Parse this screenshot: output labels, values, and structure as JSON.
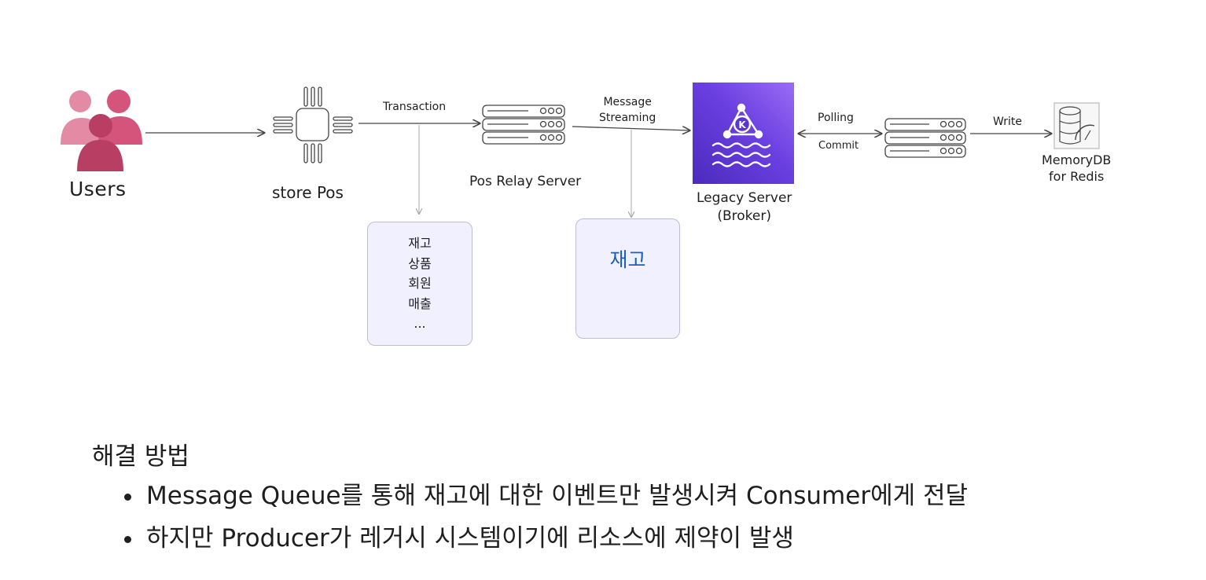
{
  "diagram": {
    "nodes": {
      "users": {
        "label": "Users",
        "icon": "users-icon"
      },
      "store_pos": {
        "label": "store Pos",
        "icon": "chip-icon"
      },
      "pos_relay": {
        "label": "Pos Relay Server",
        "icon": "server-rack-icon"
      },
      "legacy": {
        "label_line1": "Legacy Server",
        "label_line2": "(Broker)",
        "icon": "kafka-icon",
        "icon_letter": "K"
      },
      "consumer_server": {
        "icon": "server-rack-icon"
      },
      "memorydb": {
        "label_line1": "MemoryDB",
        "label_line2": "for Redis",
        "icon": "database-icon"
      }
    },
    "edges": {
      "transaction": "Transaction",
      "message_line1": "Message",
      "message_line2": "Streaming",
      "polling": "Polling",
      "commit": "Commit",
      "write": "Write"
    },
    "cards": {
      "domains": [
        "재고",
        "상품",
        "회원",
        "매출",
        "..."
      ],
      "inventory": "재고"
    },
    "colors": {
      "users_pink": "#e07a99",
      "users_dark": "#b83e63",
      "kafka_purple": "#6a3fe0",
      "card_bg": "#f1f0ff",
      "card_title_blue": "#1c5fb9"
    }
  },
  "solution": {
    "title": "해결 방법",
    "bullets": [
      "Message Queue를 통해 재고에 대한 이벤트만 발생시켜 Consumer에게 전달",
      "하지만 Producer가 레거시 시스템이기에 리소스에 제약이 발생"
    ]
  }
}
